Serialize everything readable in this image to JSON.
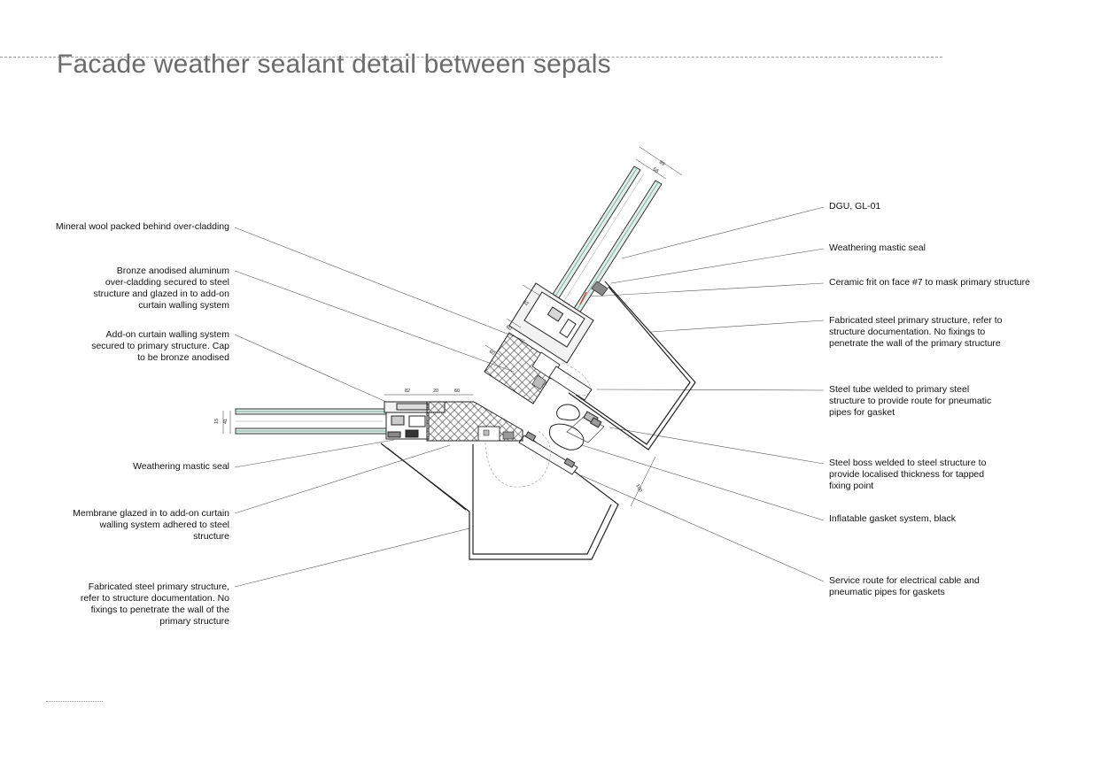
{
  "title": "Facade weather sealant detail between sepals",
  "labels_left": [
    "Mineral wool packed behind over-cladding",
    "Bronze anodised aluminum\nover-cladding secured to steel\nstructure and glazed in to add-on\ncurtain walling system",
    "Add-on curtain walling system\nsecured to primary structure. Cap\nto be bronze anodised",
    "Weathering mastic seal",
    "Membrane glazed in to add-on curtain\nwalling system adhered to steel\nstructure",
    "Fabricated steel primary structure,\nrefer to structure documentation. No\nfixings to penetrate the wall of the\nprimary structure"
  ],
  "labels_right": [
    "DGU, GL-01",
    "Weathering mastic seal",
    "Ceramic frit on face #7 to mask primary structure",
    "Fabricated steel primary structure, refer to\nstructure documentation. No fixings to\npenetrate the wall of the primary structure",
    "Steel tube welded to primary steel\nstructure to provide route for pneumatic\npipes for gasket",
    "Steel boss welded to steel structure to\nprovide localised thickness for tapped\nfixing point",
    "Inflatable gasket system, black",
    "Service route for electrical cable and\npneumatic pipes for gaskets"
  ],
  "dimensions": [
    "89",
    "56",
    "62",
    "60",
    "60",
    "82",
    "20",
    "60",
    "15",
    "41",
    "100"
  ],
  "colors": {
    "title": "#6b6b6b",
    "glass": "#7fa9a0",
    "frit": "#d0443c"
  }
}
